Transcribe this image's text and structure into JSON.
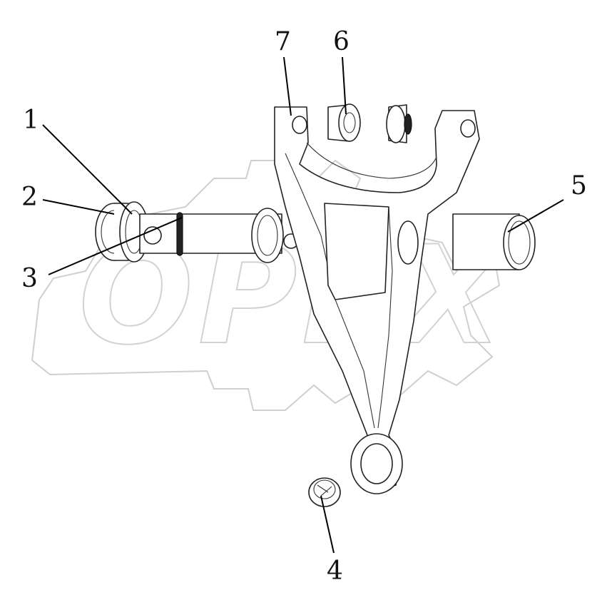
{
  "diagram": {
    "watermark": "OPEX",
    "callouts": [
      {
        "id": "1",
        "label": "1"
      },
      {
        "id": "2",
        "label": "2"
      },
      {
        "id": "3",
        "label": "3"
      },
      {
        "id": "4",
        "label": "4"
      },
      {
        "id": "5",
        "label": "5"
      },
      {
        "id": "6",
        "label": "6"
      },
      {
        "id": "7",
        "label": "7"
      }
    ]
  }
}
